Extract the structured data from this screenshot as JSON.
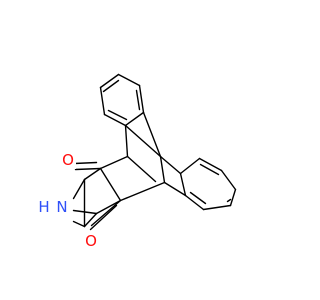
{
  "colors": {
    "background": "#ffffff",
    "bond": "#000000",
    "oxygen": "#ff0d0d",
    "nitrogen": "#3050f8"
  },
  "atoms": {
    "oxygen_top": "O",
    "oxygen_bottom": "O",
    "nitrogen_h": "H",
    "nitrogen": "N"
  }
}
